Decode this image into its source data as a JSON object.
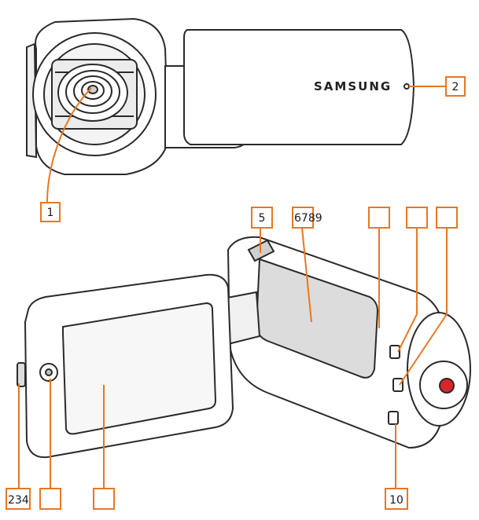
{
  "brand": "SAMSUNG",
  "colors": {
    "callout": "#e87722",
    "outline": "#2a2a2a",
    "body_fill": "#ffffff",
    "lcd_shade": "#d9d9d9",
    "record_button": "#d8262b"
  },
  "callouts": [
    {
      "id": "c1",
      "text": "1"
    },
    {
      "id": "c2",
      "text": "2"
    },
    {
      "id": "c5",
      "text": "5"
    },
    {
      "id": "c6789",
      "text": "6789"
    },
    {
      "id": "c-blank-a",
      "text": ""
    },
    {
      "id": "c-blank-b",
      "text": ""
    },
    {
      "id": "c-blank-c",
      "text": ""
    },
    {
      "id": "c234",
      "text": "234"
    },
    {
      "id": "c-blank-d",
      "text": ""
    },
    {
      "id": "c-blank-e",
      "text": ""
    },
    {
      "id": "c10",
      "text": "10"
    }
  ]
}
